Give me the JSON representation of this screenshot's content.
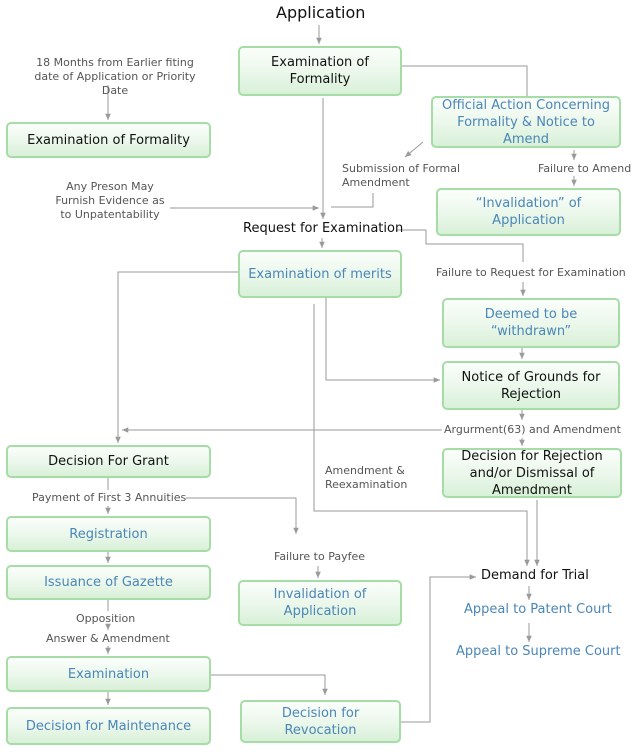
{
  "title": "Application",
  "boxes": {
    "exam_formality_top": "Examination of Formality",
    "official_action": "Official Action Concerning Formality & Notice to Amend",
    "exam_formality_left": "Examination of Formality",
    "invalidation_app_top": "“Invalidation” of Application",
    "exam_merits": "Examination of merits",
    "deemed_withdrawn": "Deemed to be “withdrawn”",
    "notice_grounds": "Notice of Grounds for Rejection",
    "decision_grant": "Decision For Grant",
    "decision_rejection": "Decision for Rejection and/or Dismissal of Amendment",
    "registration": "Registration",
    "issuance_gazette": "Issuance of Gazette",
    "invalidation_app_mid": "Invalidation of Application",
    "examination": "Examination",
    "decision_maintenance": "Decision for Maintenance",
    "decision_revocation": "Decision for Revocation"
  },
  "labels": {
    "eighteen_months": "18 Months from Earlier fiting date of Application or Priority Date",
    "any_person": "Any Preson May Furnish Evidence as to Unpatentability",
    "submission": "Submission of Formal Amendment",
    "failure_amend": "Failure to Amend",
    "request_exam": "Request for Examination",
    "failure_request": "Failure to Request for Examination",
    "argument": "Argurment(63) and Amendment",
    "amend_reexam": "Amendment & Reexamination",
    "payment": "Payment of First 3 Annuities",
    "failure_payfee": "Failure to Payfee",
    "opposition": "Opposition",
    "answer_amend": "Answer & Amendment",
    "demand_trial": "Demand for Trial",
    "appeal_patent": "Appeal to Patent Court",
    "appeal_supreme": "Appeal to Supreme Court"
  }
}
